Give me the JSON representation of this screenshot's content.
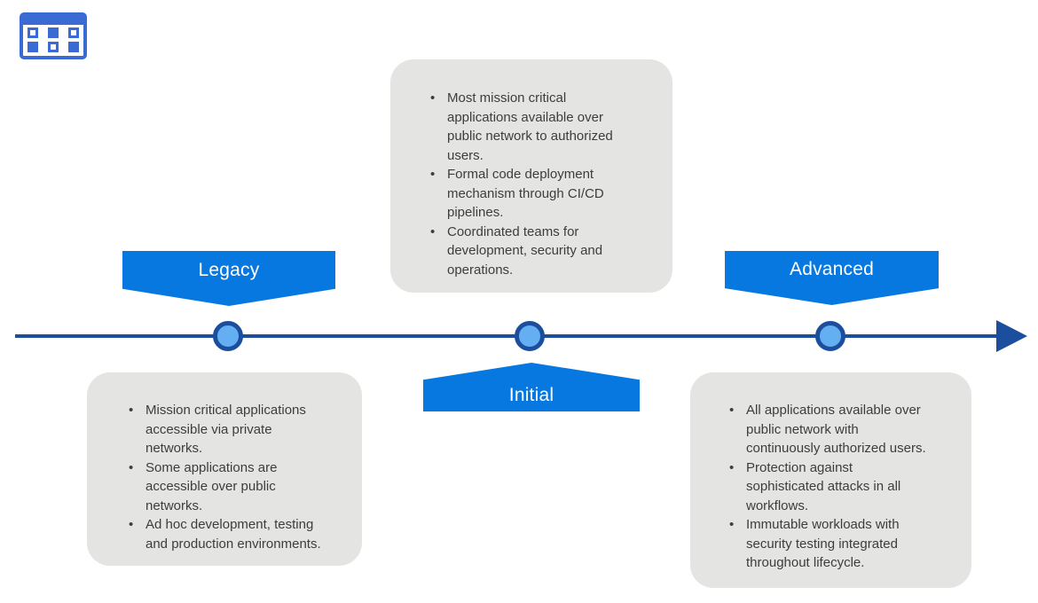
{
  "logo": {
    "icon": "grid-logo-icon"
  },
  "colors": {
    "banner_blue": "#0778e0",
    "axis_blue": "#1b4f9e",
    "node_fill_blue": "#64aff2",
    "box_gray": "#e4e4e3",
    "logo_blue": "#3a6bd5",
    "body_text": "#3d3d3d",
    "banner_text": "#ffffff"
  },
  "timeline": {
    "direction": "left-to-right",
    "node_count": 3
  },
  "stages": [
    {
      "label": "Legacy",
      "banner_position": "above-line",
      "box_position": "below-line-left",
      "bullets": [
        "Mission critical applications\naccessible via private\nnetworks.",
        "Some applications are\naccessible over public\nnetworks.",
        "Ad hoc development, testing\nand production environments."
      ]
    },
    {
      "label": "Initial",
      "banner_position": "below-line",
      "box_position": "above-line-center",
      "bullets": [
        "Most mission critical\napplications available over\npublic network to authorized\nusers.",
        "Formal code deployment\nmechanism through CI/CD\npipelines.",
        "Coordinated teams for\ndevelopment, security and\noperations."
      ]
    },
    {
      "label": "Advanced",
      "banner_position": "above-line",
      "box_position": "below-line-right",
      "bullets": [
        "All applications available over\npublic network with\ncontinuously authorized users.",
        "Protection against\nsophisticated attacks in all\nworkflows.",
        "Immutable workloads with\nsecurity testing integrated\nthroughout lifecycle."
      ]
    }
  ]
}
